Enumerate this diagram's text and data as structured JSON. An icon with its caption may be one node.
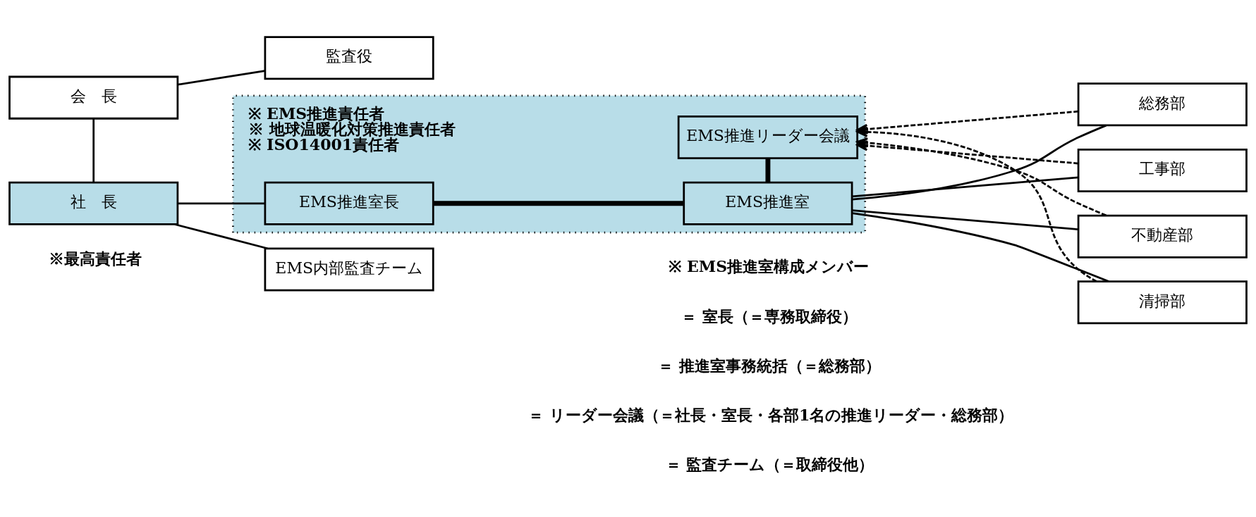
{
  "diagram": {
    "nodes": [
      {
        "text": [
          "会　長"
        ]
      },
      {
        "text": [
          "監査役"
        ]
      },
      {
        "text": [
          "社　長"
        ],
        "beside": [
          "※最高責任者"
        ]
      },
      {
        "text": [],
        "shape": "box"
      },
      {
        "text": [
          "EMS推進室長"
        ],
        "in": 3,
        "beside": [
          "※ EMS推進責任者",
          "※ 地球温暖化対策推進責任者",
          "※ ISO14001責任者"
        ]
      },
      {
        "text": [
          "EMS推進室"
        ],
        "in": 3
      },
      {
        "text": [
          "EMS推進リーダー会議"
        ],
        "in": 3
      },
      {
        "text": [
          "EMS内部監査チーム"
        ]
      },
      {
        "text": [
          "総務部"
        ]
      },
      {
        "text": [
          "工事部"
        ]
      },
      {
        "text": [
          "不動産部"
        ]
      },
      {
        "text": [
          "清掃部"
        ]
      }
    ],
    "edges": [
      {
        "from": 0,
        "to": 1,
        "arrow": "none"
      },
      {
        "from": 0,
        "to": 2,
        "arrow": "none"
      },
      {
        "from": 2,
        "to": 4,
        "arrow": "none"
      },
      {
        "from": 2,
        "to": 7,
        "arrow": "none"
      },
      {
        "from": 4,
        "to": 5,
        "arrow": "none",
        "style": "thick"
      },
      {
        "from": 5,
        "to": 6,
        "arrow": "none",
        "style": "thick"
      },
      {
        "from": 5,
        "to": 8,
        "arrow": "none"
      },
      {
        "from": 5,
        "to": 9,
        "arrow": "none"
      },
      {
        "from": 5,
        "to": 10,
        "arrow": "none"
      },
      {
        "from": 5,
        "to": 11,
        "arrow": "none"
      },
      {
        "from": 8,
        "to": 6,
        "arrow": "to",
        "style": "dashed"
      },
      {
        "from": 9,
        "to": 6,
        "arrow": "to",
        "style": "dashed"
      },
      {
        "from": 10,
        "to": 6,
        "arrow": "to",
        "style": "dashed"
      },
      {
        "from": 11,
        "to": 6,
        "arrow": "to",
        "style": "dashed"
      }
    ],
    "labels": [
      "※ EMS推進室構成メンバー",
      "＝ 室長（＝専務取締役）",
      "＝ 推進室事務統括（＝総務部）",
      "＝ リーダー会議（＝社長・室長・各部1名の推進リーダー・総務部）",
      "＝ 監査チーム（＝取締役他）"
    ]
  }
}
